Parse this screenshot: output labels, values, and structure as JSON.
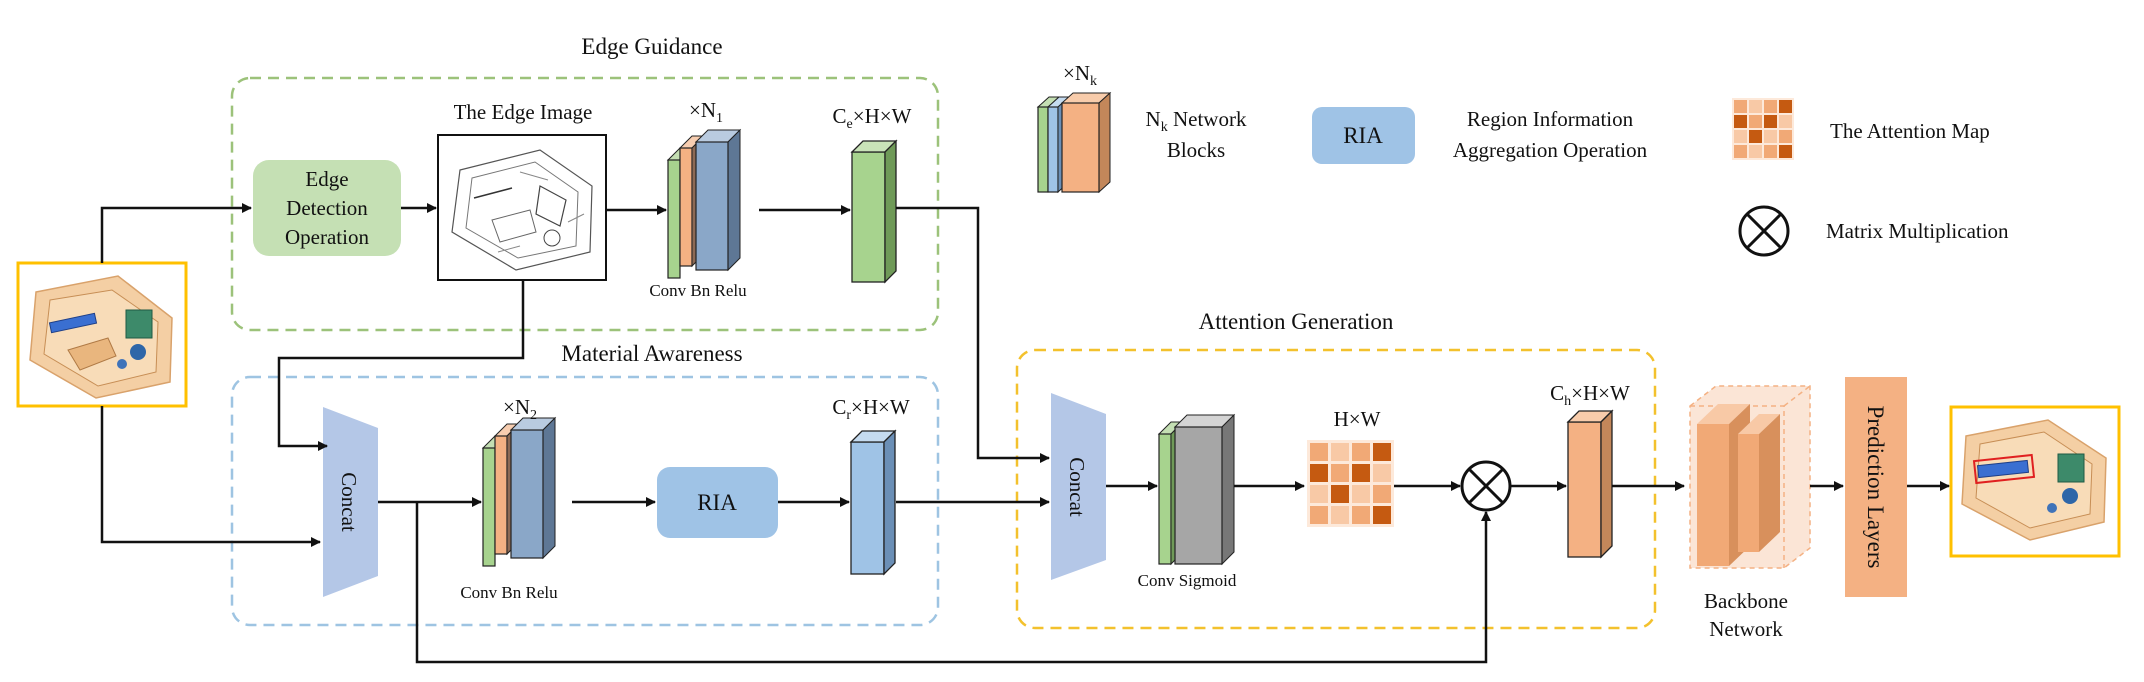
{
  "sections": {
    "edge_guidance": "Edge Guidance",
    "material_awareness": "Material Awareness",
    "attention_generation": "Attention Generation"
  },
  "nodes": {
    "edge_detection": [
      "Edge",
      "Detection",
      "Operation"
    ],
    "edge_image_title": "The Edge Image",
    "concat_1": "Concat",
    "concat_2": "Concat",
    "ria": "RIA",
    "prediction_layers": "Prediction Layers",
    "backbone": [
      "Backbone",
      "Network"
    ]
  },
  "block_labels": {
    "n1_x": "×N",
    "n1_sub": "1",
    "n2_x": "×N",
    "n2_sub": "2",
    "conv_bn_relu_1": "Conv Bn Relu",
    "conv_bn_relu_2": "Conv Bn Relu",
    "conv_sigmoid": "Conv Sigmoid"
  },
  "tensor_labels": {
    "ce_c": "C",
    "ce_sub": "e",
    "ce_rest": "×H×W",
    "cr_c": "C",
    "cr_sub": "r",
    "cr_rest": "×H×W",
    "hw": "H×W",
    "ch_c": "C",
    "ch_sub": "h",
    "ch_rest": "×H×W"
  },
  "legend": {
    "nk_x": "×N",
    "nk_sub": "k",
    "nk_label_line1": "N",
    "nk_label_line1_sub": "k",
    "nk_label_line1_rest": " Network",
    "nk_label_line2": "Blocks",
    "ria_box": "RIA",
    "ria_line1": "Region Information",
    "ria_line2": "Aggregation Operation",
    "attention_map": "The Attention Map",
    "matrix_mult": "Matrix Multiplication"
  },
  "colors": {
    "green_dash": "#9cc27a",
    "blue_dash": "#9ec4e2",
    "yellow_dash": "#f3c12d",
    "green_fill": "#a7d38e",
    "blue_fill": "#9fc3e6",
    "orange_fill": "#f4b183",
    "slate_fill": "#8aa7c8",
    "trapezoid": "#b4c7e7",
    "prediction": "#f4b183",
    "yellow_frame": "#ffc000"
  },
  "attention_map_pattern": [
    [
      1,
      0,
      1,
      2
    ],
    [
      2,
      1,
      2,
      0
    ],
    [
      0,
      2,
      0,
      1
    ],
    [
      1,
      0,
      1,
      2
    ]
  ]
}
